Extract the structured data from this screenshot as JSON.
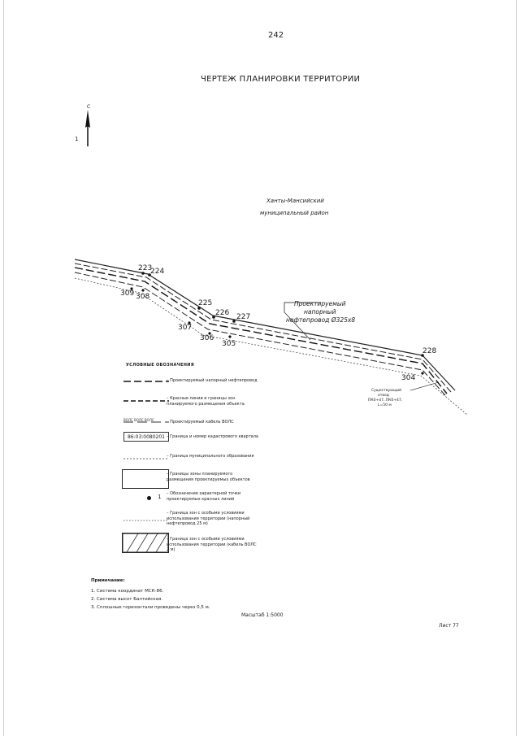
{
  "page_number": "242",
  "title": "ЧЕРТЕЖ ПЛАНИРОВКИ ТЕРРИТОРИИ",
  "north_arrow": {
    "letter": "С",
    "marker": "1"
  },
  "region_label": {
    "line1": "Ханты-Мансийский",
    "line2": "муниципальный район"
  },
  "points": {
    "p223": "223",
    "p224": "224",
    "p225": "225",
    "p226": "226",
    "p227": "227",
    "p228": "228",
    "p309": "309",
    "p308": "308",
    "p307": "307",
    "p306": "306",
    "p305": "305",
    "p304": "304"
  },
  "pipeline_label": {
    "line1": "Проектируемый",
    "line2": "напорный",
    "line3": "нефтепровод Ø325х8"
  },
  "existing_label": {
    "line1": "Существующий",
    "line2": "отвод",
    "line3": "ПК0+47..ПК0+47,",
    "line4": "L=50 м"
  },
  "legend": {
    "title": "УСЛОВНЫЕ ОБОЗНАЧЕНИЯ",
    "items": [
      {
        "text": "– Проектируемый напорный нефтепровод"
      },
      {
        "text": "– Красные линии и границы зон планируемого размещения объекта"
      },
      {
        "text": "– Проектируемый кабель ВОЛС"
      },
      {
        "sample": "86:03:0080201",
        "text": "– Граница и номер кадастрового квартала"
      },
      {
        "text": "– Граница муниципального образования"
      },
      {
        "text": "– Границы зоны планируемого размещения проектируемых объектов"
      },
      {
        "marker": "1",
        "text": "– Обозначение характерной точки проектируемых красных линий"
      },
      {
        "text": "– Граница зон с особыми условиями использования территории (напорный нефтепровод 25 м)"
      },
      {
        "text": "– Граница зон с особыми условиями использования территории (кабель ВОЛС 2 м)"
      }
    ]
  },
  "notes": {
    "title": "Примечание:",
    "items": [
      "1. Система координат МСК-86.",
      "2. Система высот Балтийская.",
      "3. Сплошные горизонтали проведены через 0,5 м."
    ]
  },
  "scale": "Масштаб 1:5000",
  "sheet": "Лист 77",
  "colors": {
    "ink": "#1a1a1a",
    "background": "#ffffff"
  }
}
